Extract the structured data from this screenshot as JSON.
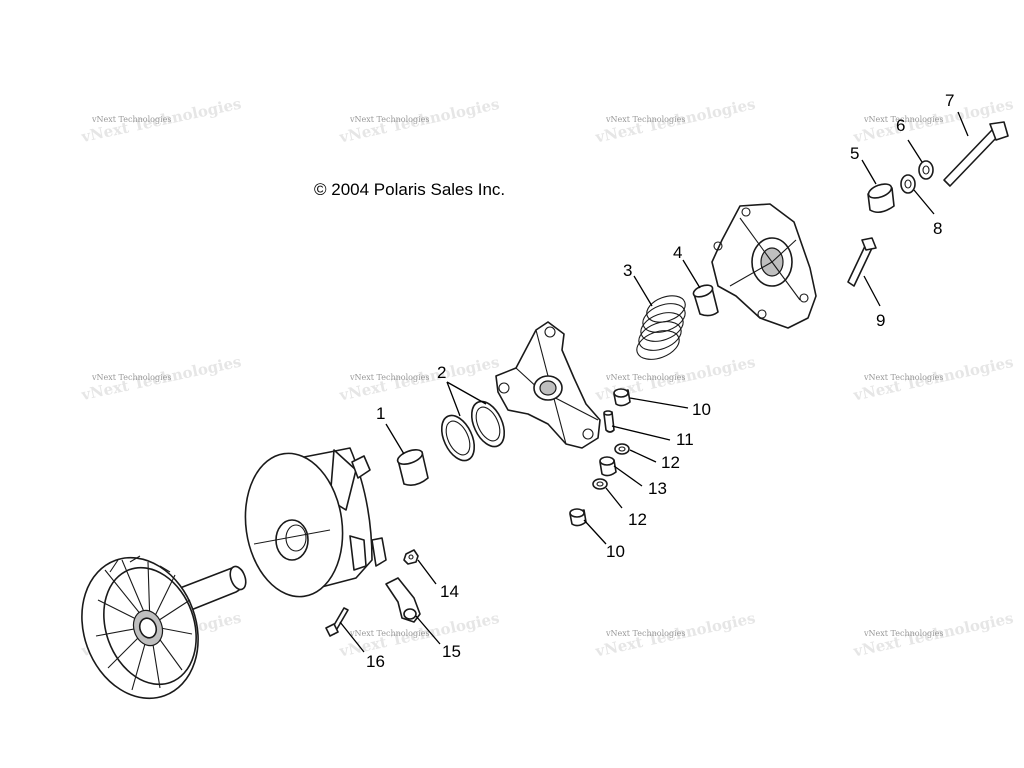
{
  "copyright": "© 2004 Polaris Sales Inc.",
  "watermark_text": "vNext Technologies",
  "callouts": {
    "c1": "1",
    "c2": "2",
    "c3": "3",
    "c4": "4",
    "c5": "5",
    "c6": "6",
    "c7": "7",
    "c8": "8",
    "c9": "9",
    "c10a": "10",
    "c10b": "10",
    "c11": "11",
    "c12a": "12",
    "c12b": "12",
    "c13": "13",
    "c14": "14",
    "c15": "15",
    "c16": "16"
  },
  "colors": {
    "line": "#1a1a1a",
    "shade": "#bfbfbf",
    "watermark": "#9a9a9a"
  }
}
